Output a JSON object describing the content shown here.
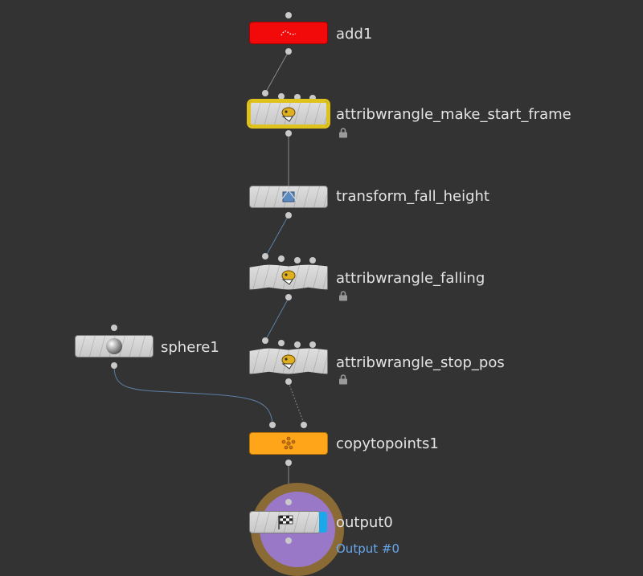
{
  "network": {
    "nodes": [
      {
        "id": "add1",
        "label": "add1",
        "color": "#f20a0a",
        "icon": "add-sop-icon"
      },
      {
        "id": "attribwrangle_make_start_frame",
        "label": "attribwrangle_make_start_frame",
        "icon": "wrangle-icon",
        "locked": true,
        "selected": true
      },
      {
        "id": "transform_fall_height",
        "label": "transform_fall_height",
        "icon": "transform-icon"
      },
      {
        "id": "attribwrangle_falling",
        "label": "attribwrangle_falling",
        "icon": "wrangle-icon",
        "locked": true
      },
      {
        "id": "sphere1",
        "label": "sphere1",
        "icon": "sphere-icon"
      },
      {
        "id": "attribwrangle_stop_pos",
        "label": "attribwrangle_stop_pos",
        "icon": "wrangle-icon",
        "locked": true
      },
      {
        "id": "copytopoints1",
        "label": "copytopoints1",
        "color": "#ffa519",
        "icon": "copy-to-points-icon"
      },
      {
        "id": "output0",
        "label": "output0",
        "sublabel": "Output #0",
        "icon": "checkered-flag-icon",
        "display_flag_color": "#1aa8ea"
      }
    ],
    "colors": {
      "background": "#333333",
      "wire": "#8a8a8a",
      "wire_selected": "#6d8fb5",
      "sublabel": "#69a7ee"
    }
  }
}
